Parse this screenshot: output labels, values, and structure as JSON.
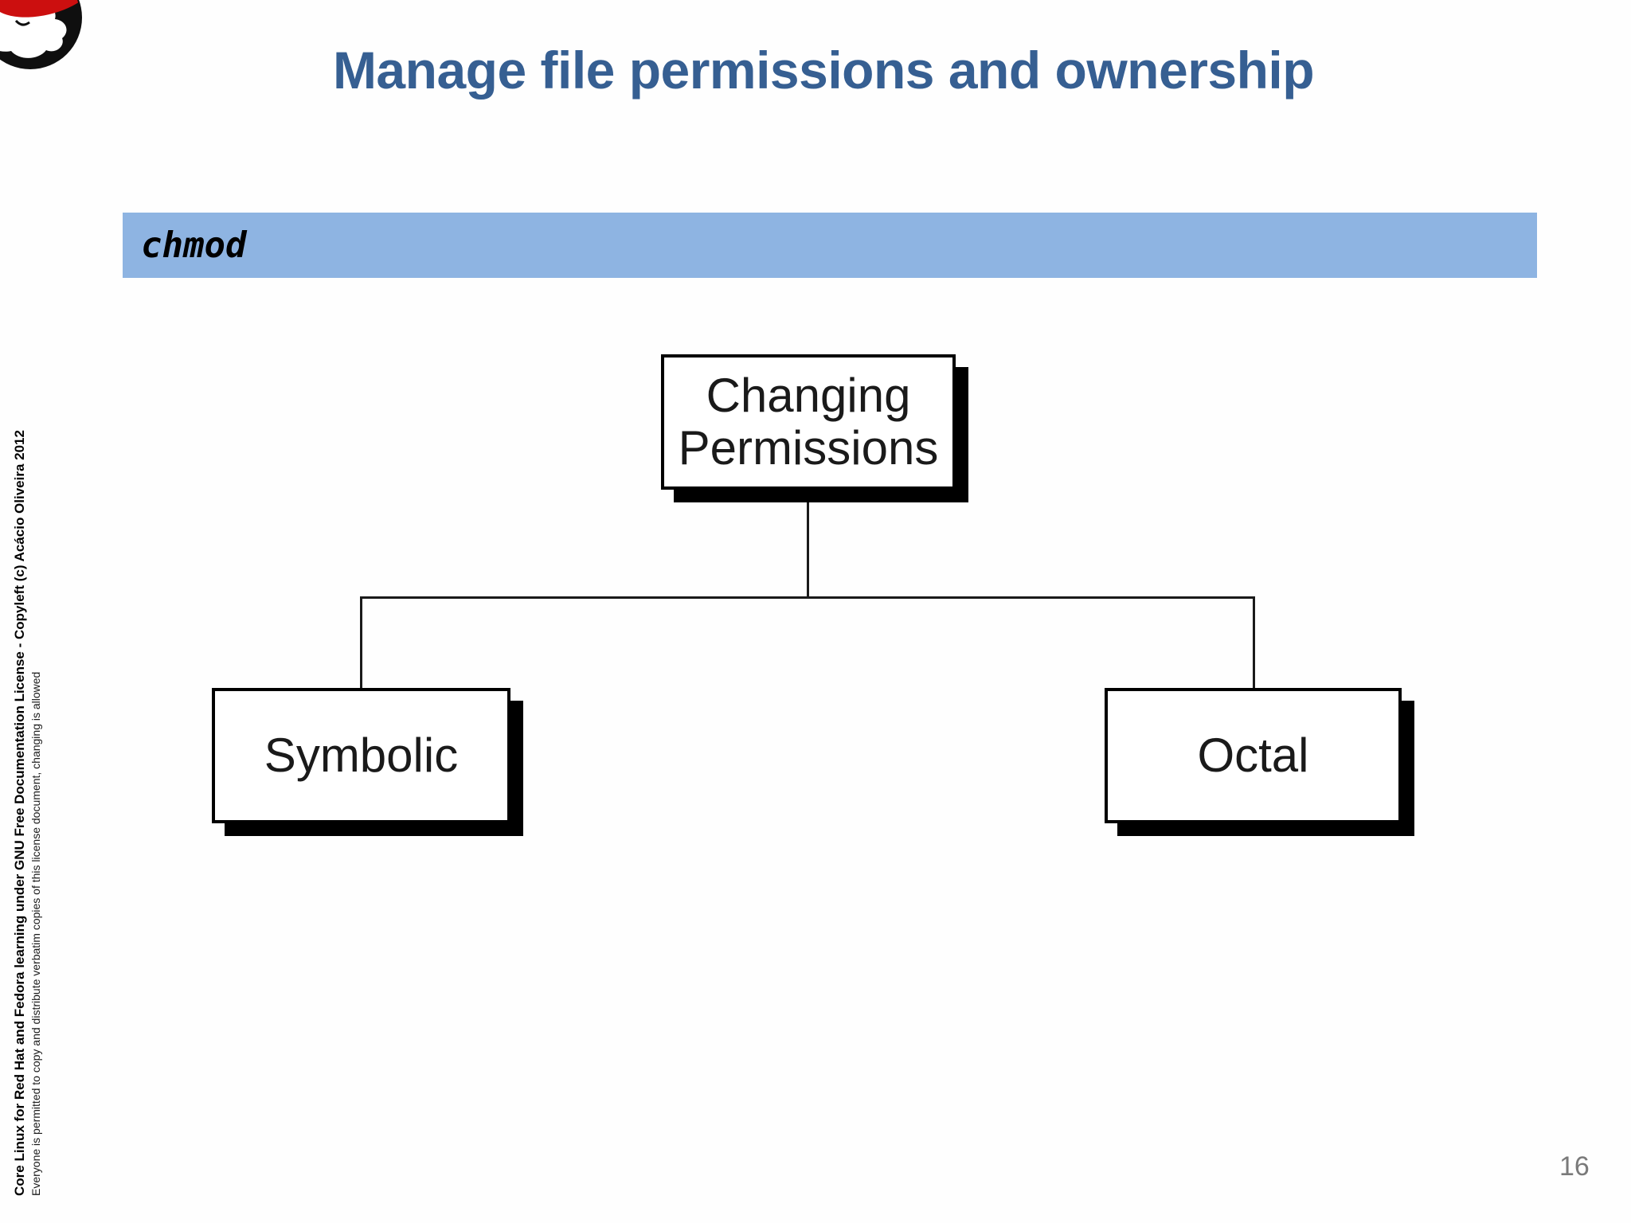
{
  "slide": {
    "title": "Manage file permissions and ownership",
    "banner_label": "chmod",
    "page_number": "16"
  },
  "diagram": {
    "type": "tree",
    "root_label": "Changing Permissions",
    "children": [
      {
        "label": "Symbolic"
      },
      {
        "label": "Octal"
      }
    ]
  },
  "sidebar": {
    "line1": "Core Linux for Red Hat and Fedora learning under GNU Free Documentation License  - Copyleft (c) Acácio Oliveira 2012",
    "line2": "Everyone is permitted to copy and distribute verbatim copies of this license document, changing is allowed"
  },
  "icons": {
    "logo": "red-hat-shadowman-logo"
  },
  "colors": {
    "title_text": "#365f92",
    "banner_bg": "#8eb4e2",
    "box_border": "#000000",
    "box_shadow": "#000000",
    "connector": "#1a1a1a",
    "page_number": "#7a7a7a",
    "hat_red": "#cc0f0f"
  }
}
